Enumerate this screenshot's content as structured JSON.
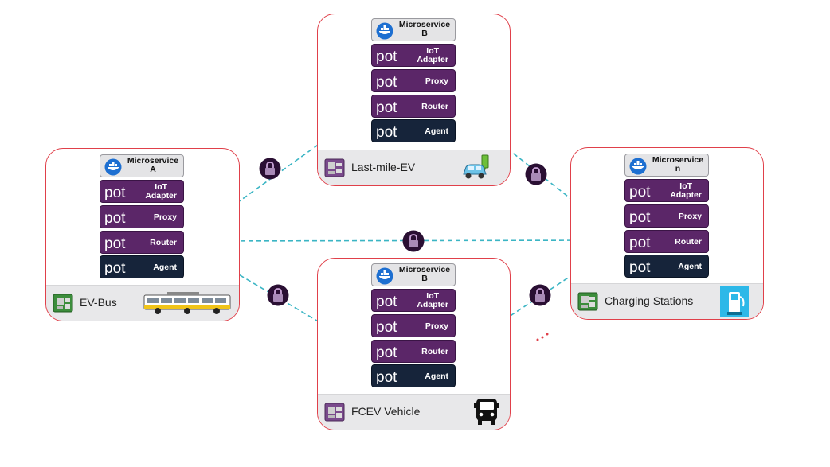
{
  "nodes": {
    "ev_bus": {
      "microservice_title": "Microservice",
      "microservice_id": "A",
      "layers": {
        "iot_1": "IoT",
        "iot_2": "Adapter",
        "proxy": "Proxy",
        "router": "Router",
        "agent": "Agent"
      },
      "label": "EV-Bus",
      "vehicle_icon": "bus-icon"
    },
    "last_mile": {
      "microservice_title": "Microservice",
      "microservice_id": "B",
      "layers": {
        "iot_1": "IoT",
        "iot_2": "Adapter",
        "proxy": "Proxy",
        "router": "Router",
        "agent": "Agent"
      },
      "label": "Last-mile-EV",
      "vehicle_icon": "ev-car-charging-icon"
    },
    "fcev": {
      "microservice_title": "Microservice",
      "microservice_id": "B",
      "layers": {
        "iot_1": "IoT",
        "iot_2": "Adapter",
        "proxy": "Proxy",
        "router": "Router",
        "agent": "Agent"
      },
      "label": "FCEV Vehicle",
      "vehicle_icon": "bus-front-icon"
    },
    "charging": {
      "microservice_title": "Microservice",
      "microservice_id": "n",
      "layers": {
        "iot_1": "IoT",
        "iot_2": "Adapter",
        "proxy": "Proxy",
        "router": "Router",
        "agent": "Agent"
      },
      "label": "Charging Stations",
      "vehicle_icon": "charging-station-icon"
    }
  },
  "layer_logo_text": "pot",
  "ellipsis": "...",
  "colors": {
    "border": "#e0404a",
    "layer_purple": "#5b2668",
    "agent_navy": "#16243a",
    "link": "#3bb5c4",
    "lock": "#2a0f33",
    "footer": "#e8e8ea"
  }
}
